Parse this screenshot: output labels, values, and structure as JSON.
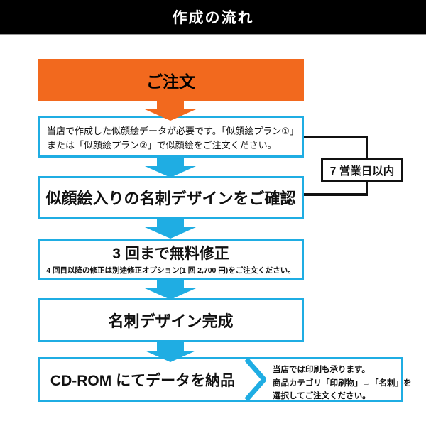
{
  "header": {
    "title": "作成の流れ"
  },
  "colors": {
    "accent_orange": "#F2691E",
    "accent_cyan": "#1FADE3",
    "line_black": "#111111",
    "header_bg": "#000000"
  },
  "flow": {
    "step1": {
      "label": "ご注文"
    },
    "step2": {
      "line1": "当店で作成した似顔絵データが必要です。「似顔絵プラン①」",
      "line2": "または「似顔絵プラン②」で似顔絵をご注文ください。"
    },
    "step3": {
      "label": "似顔絵入りの名刺デザインをご確認"
    },
    "step4": {
      "label": "3 回まで無料修正",
      "note": "4 回目以降の修正は別途修正オプション(1 回 2,700 円)をご注文ください。"
    },
    "step5": {
      "label": "名刺デザイン完成"
    },
    "step6": {
      "label": "CD-ROM にてデータを納品",
      "note_line1": "当店では印刷も承ります。",
      "note_line2": "商品カテゴリ「印刷物」→「名刺」を",
      "note_line3": "選択してご注文ください。"
    }
  },
  "side_label": {
    "text": "7 営業日以内"
  }
}
